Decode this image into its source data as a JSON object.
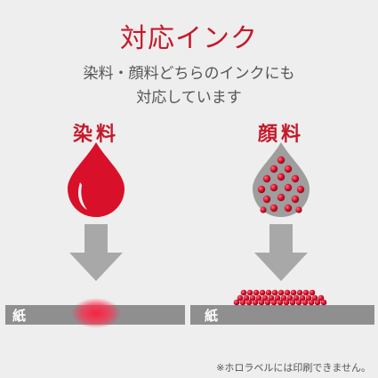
{
  "title": "対応インク",
  "subtitle_line1": "染料・顔料どちらのインクにも",
  "subtitle_line2": "対応しています",
  "dye_label": "染料",
  "pigment_label": "顔料",
  "paper_label_left": "紙",
  "paper_label_right": "紙",
  "note": "※ホロラベルには印刷できません。",
  "colors": {
    "accent": "#c41a2b",
    "drop_red": "#d8102a",
    "drop_gray": "#9e9e9e",
    "arrow_gray": "#a8a8a8",
    "paper_gray": "#8f8f8f",
    "background": "#eeeeee"
  },
  "icons": [
    "dye-drop-icon",
    "pigment-drop-icon",
    "down-arrow-icon"
  ]
}
